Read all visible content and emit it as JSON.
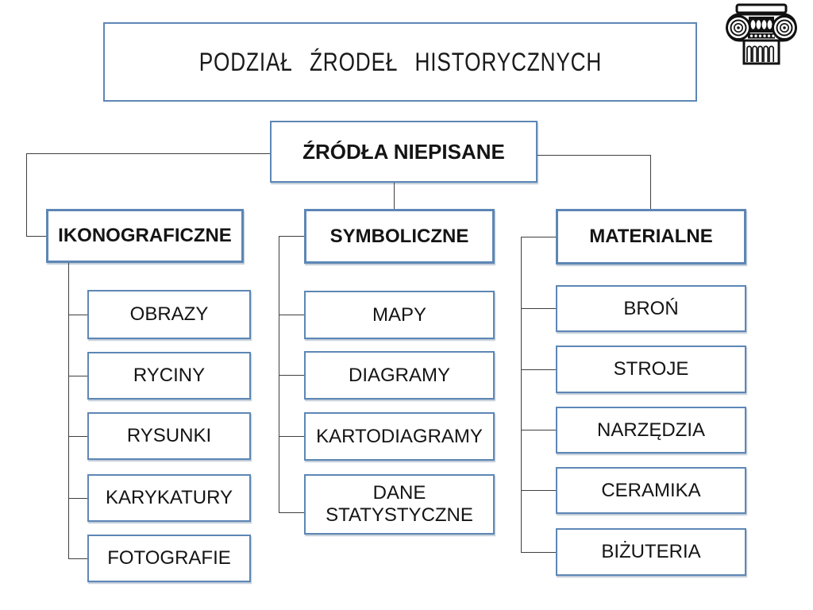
{
  "slide": {
    "title": "PODZIAŁ ŹRODEŁ HISTORYCZNYCH",
    "root_label": "ŹRÓDŁA NIEPISANE"
  },
  "branches": [
    {
      "label": "IKONOGRAFICZNE",
      "children": [
        "OBRAZY",
        "RYCINY",
        "RYSUNKI",
        "KARYKATURY",
        "FOTOGRAFIE"
      ]
    },
    {
      "label": "SYMBOLICZNE",
      "children": [
        "MAPY",
        "DIAGRAMY",
        "KARTODIAGRAMY",
        "DANE STATYSTYCZNE"
      ]
    },
    {
      "label": "MATERIALNE",
      "children": [
        "BROŃ",
        "STROJE",
        "NARZĘDZIA",
        "CERAMIKA",
        "BIŻUTERIA"
      ]
    }
  ],
  "icon": {
    "name": "ionic-column-icon"
  },
  "colors": {
    "box_border": "#5d87b5",
    "connector_line": "#3f3f3f",
    "text": "#141414",
    "background": "#ffffff"
  }
}
